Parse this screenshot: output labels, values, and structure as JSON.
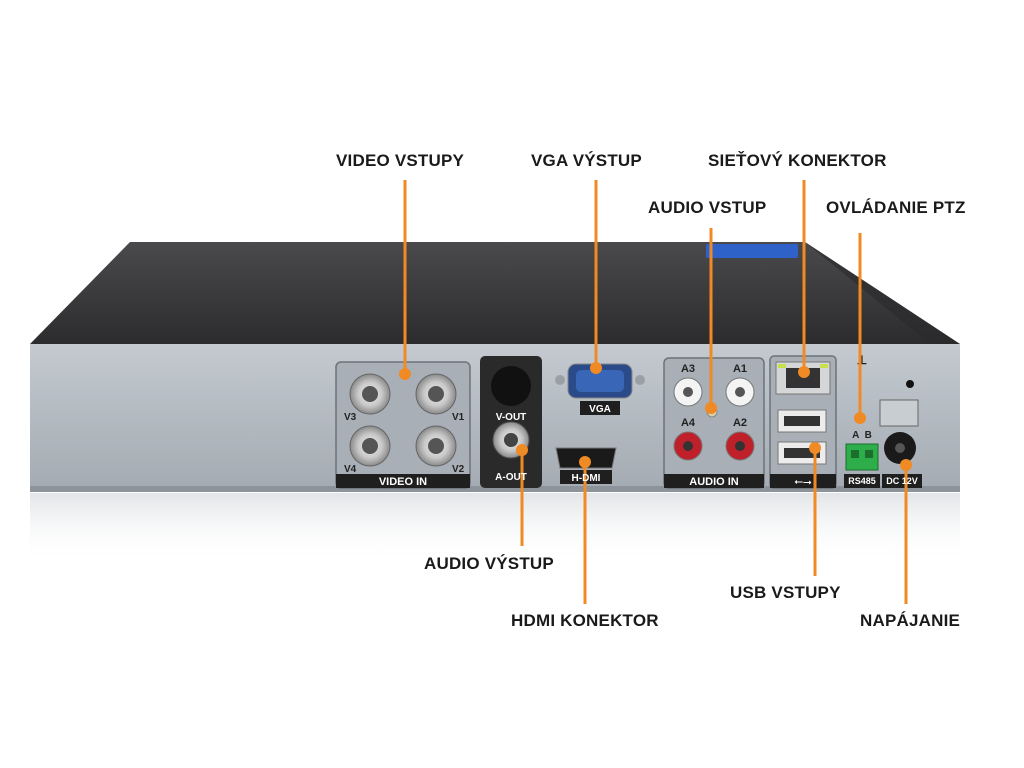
{
  "callouts": {
    "video_inputs": "VIDEO VSTUPY",
    "vga_output": "VGA VÝSTUP",
    "network_connector": "SIEŤOVÝ KONEKTOR",
    "audio_input": "AUDIO VSTUP",
    "ptz_control": "OVLÁDANIE PTZ",
    "audio_output": "AUDIO VÝSTUP",
    "hdmi_connector": "HDMI KONEKTOR",
    "usb_inputs": "USB VSTUPY",
    "power": "NAPÁJANIE"
  },
  "panel": {
    "video_in": "VIDEO IN",
    "v1": "V1",
    "v2": "V2",
    "v3": "V3",
    "v4": "V4",
    "v_out": "V-OUT",
    "a_out": "A-OUT",
    "vga": "VGA",
    "hdmi": "H-DMI",
    "a1": "A1",
    "a2": "A2",
    "a3": "A3",
    "a4": "A4",
    "audio_in": "AUDIO IN",
    "rs485": "RS485",
    "ab": "A  B",
    "dc12v": "DC 12V"
  },
  "colors": {
    "leader": "#f08a24",
    "text": "#1a1a1a",
    "chassis_top": "#3a3a3c",
    "chassis_back": "#b7bec5"
  }
}
